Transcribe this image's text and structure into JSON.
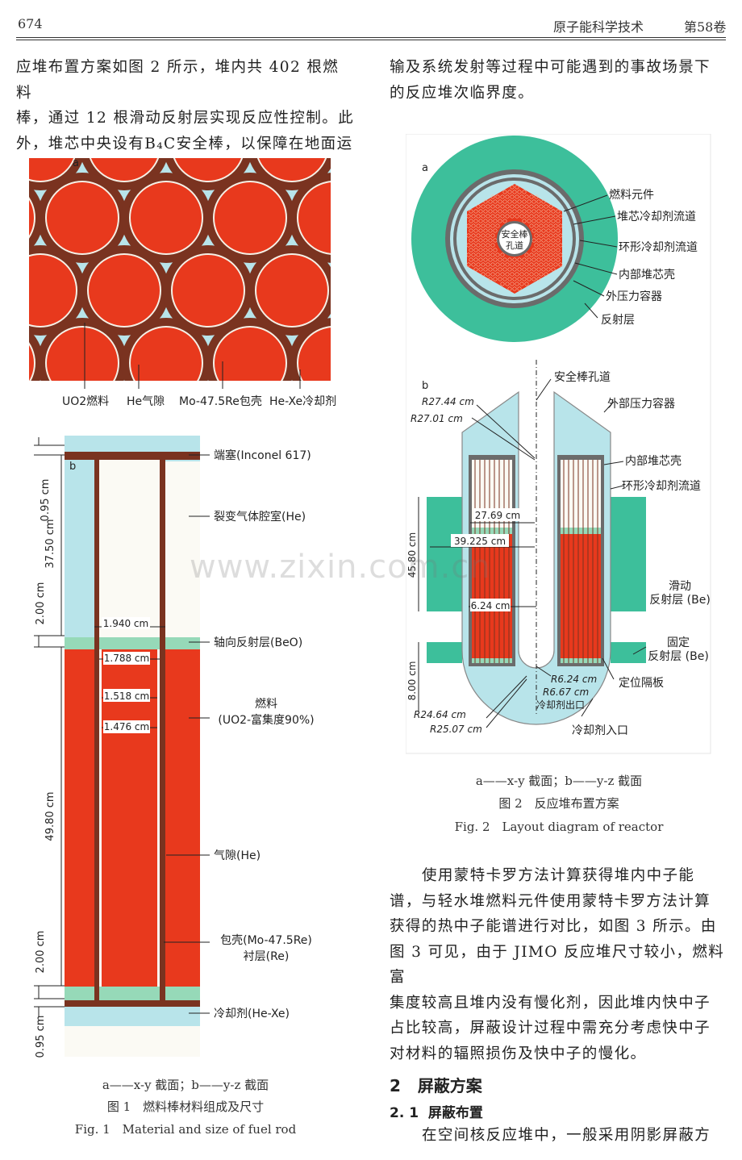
{
  "header": {
    "page_number": "674",
    "journal": "原子能科学技术",
    "volume": "第58卷"
  },
  "left_paragraph": [
    "应堆布置方案如图 2 所示，堆内共 402 根燃料",
    "棒，通过 12 根滑动反射层实现反应性控制。此",
    "外，堆芯中央设有B₄C安全棒，以保障在地面运"
  ],
  "right_paragraph_top": [
    "输及系统发射等过程中可能遇到的事故场景下",
    "的反应堆次临界度。"
  ],
  "fig1": {
    "panel_a_label": "a",
    "panel_b_label": "b",
    "a_labels": [
      "UO2燃料",
      "He气隙",
      "Mo-47.5Re包壳",
      "He-Xe冷却剂"
    ],
    "b_right_labels": [
      "端塞(Inconel 617)",
      "裂变气体腔室(He)",
      "轴向反射层(BeO)",
      "燃料",
      "(UO2-富集度90%)",
      "气隙(He)",
      "包壳(Mo-47.5Re)",
      "衬层(Re)",
      "冷却剂(He-Xe)"
    ],
    "b_left_dims": [
      "0.95 cm",
      "37.50 cm",
      "2.00 cm",
      "49.80 cm",
      "2.00 cm",
      "0.95 cm"
    ],
    "b_widths": [
      "1.940 cm",
      "1.788 cm",
      "1.518 cm",
      "1.476 cm"
    ],
    "caption_sub": "a——x-y 截面；b——y-z 截面",
    "caption_cn": "图 1　燃料棒材料组成及尺寸",
    "caption_en": "Fig. 1　Material and size of fuel rod"
  },
  "fig2": {
    "panel_a_label": "a",
    "panel_b_label": "b",
    "a_center": [
      "安全棒",
      "孔道"
    ],
    "a_labels": [
      "燃料元件",
      "堆芯冷却剂流道",
      "环形冷却剂流道",
      "内部堆芯壳",
      "外压力容器",
      "反射层"
    ],
    "b_labels": [
      "安全棒孔道",
      "外部压力容器",
      "内部堆芯壳",
      "环形冷却剂流道",
      "滑动",
      "反射层 (Be)",
      "固定",
      "反射层 (Be)",
      "定位隔板",
      "冷却剂出口",
      "冷却剂入口"
    ],
    "b_dims": [
      "R27.44 cm",
      "R27.01 cm",
      "27.69 cm",
      "39.225 cm",
      "45.80 cm",
      "6.24 cm",
      "8.00 cm",
      "R6.24 cm",
      "R6.67 cm",
      "R24.64 cm",
      "R25.07 cm"
    ],
    "caption_sub": "a——x-y 截面；b——y-z 截面",
    "caption_cn": "图 2　反应堆布置方案",
    "caption_en": "Fig. 2　Layout diagram of reactor"
  },
  "right_paragraph_mid": [
    "使用蒙特卡罗方法计算获得堆内中子能",
    "谱，与轻水堆燃料元件使用蒙特卡罗方法计算",
    "获得的热中子能谱进行对比，如图 3 所示。由",
    "图 3 可见，由于 JIMO 反应堆尺寸较小，燃料富",
    "集度较高且堆内没有慢化剂，因此堆内快中子",
    "占比较高，屏蔽设计过程中需充分考虑快中子",
    "对材料的辐照损伤及快中子的慢化。"
  ],
  "section2": {
    "num": "2",
    "title": "屏蔽方案"
  },
  "section21": {
    "num": "2. 1",
    "title": "屏蔽布置"
  },
  "last_line": "在空间核反应堆中，一般采用阴影屏蔽方",
  "watermark": "www.zixin.com.cn",
  "colors": {
    "fuel": "#e8391d",
    "clad": "#7a3320",
    "coolant": "#b8e4ea",
    "reflector": "#49c1a3",
    "beo": "#96d9b8",
    "shell": "#6b6b6b"
  }
}
